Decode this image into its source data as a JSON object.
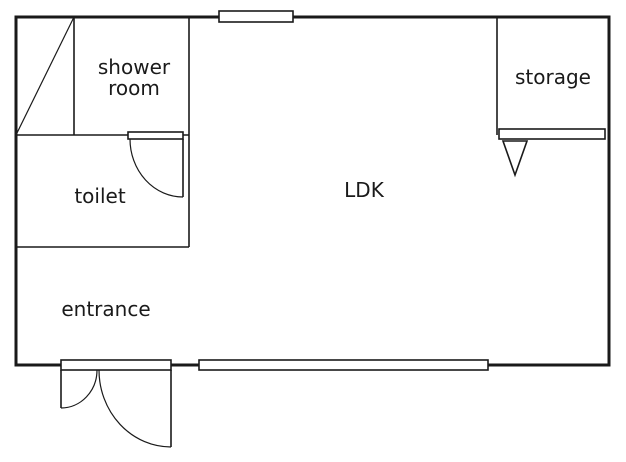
{
  "floor_plan": {
    "rooms": {
      "shower_room_line1": "shower",
      "shower_room_line2": "room",
      "storage": "storage",
      "toilet": "toilet",
      "ldk": "LDK",
      "entrance": "entrance"
    }
  }
}
